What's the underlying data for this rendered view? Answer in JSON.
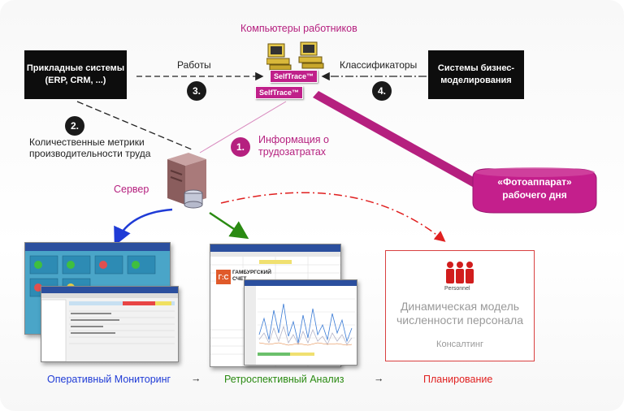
{
  "title": "Компьютеры работников",
  "left_system": "Прикладные системы\n(ERP, CRM, ...)",
  "right_system": "Системы бизнес-\nмоделирования",
  "works_label": "Работы",
  "classifiers_label": "Классификаторы",
  "metrics_label": "Количественные метрики\nпроизводительности труда",
  "info_label": "Информация о\nтрудозатратах",
  "server_label": "Сервер",
  "selftrace": [
    "SelfTrace™",
    "SelfTrace™"
  ],
  "steps": [
    "1.",
    "2.",
    "3.",
    "4."
  ],
  "photo_label": "«Фотоаппарат»\nрабочего дня",
  "gamburg": "ГАМБУРГСКИЙ\nСЧЕТ",
  "gamburg_logo": "Г:С",
  "personnel": "Personnel",
  "model_title": "Динамическая модель\nчисленности персонала",
  "consulting": "Консалтинг",
  "bottom": [
    "Оперативный Мониторинг",
    "Ретроспективный Анализ",
    "Планирование"
  ],
  "arrow_glyph": "→",
  "colors": {
    "magenta": "#b5207f",
    "blue": "#1f3bd6",
    "green": "#2a8a12",
    "red": "#e02020"
  }
}
